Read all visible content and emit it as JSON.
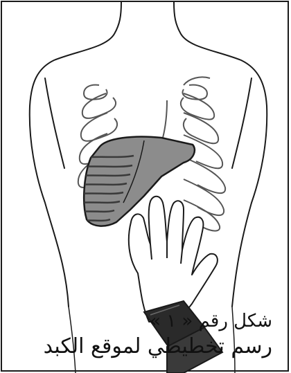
{
  "figure": {
    "caption_label": "شكل رقم « ١ »",
    "caption_description": "رسم تخطيطي لموقع الكبد"
  },
  "colors": {
    "outline": "#1a1a1a",
    "liver_fill": "#8c8c8c",
    "liver_stripes": "#3a3a3a",
    "ribs": "#555555",
    "background": "#ffffff"
  },
  "icons": [
    "torso-outline",
    "ribcage-icon",
    "liver-icon",
    "hand-icon",
    "shirt-cuff-icon"
  ]
}
